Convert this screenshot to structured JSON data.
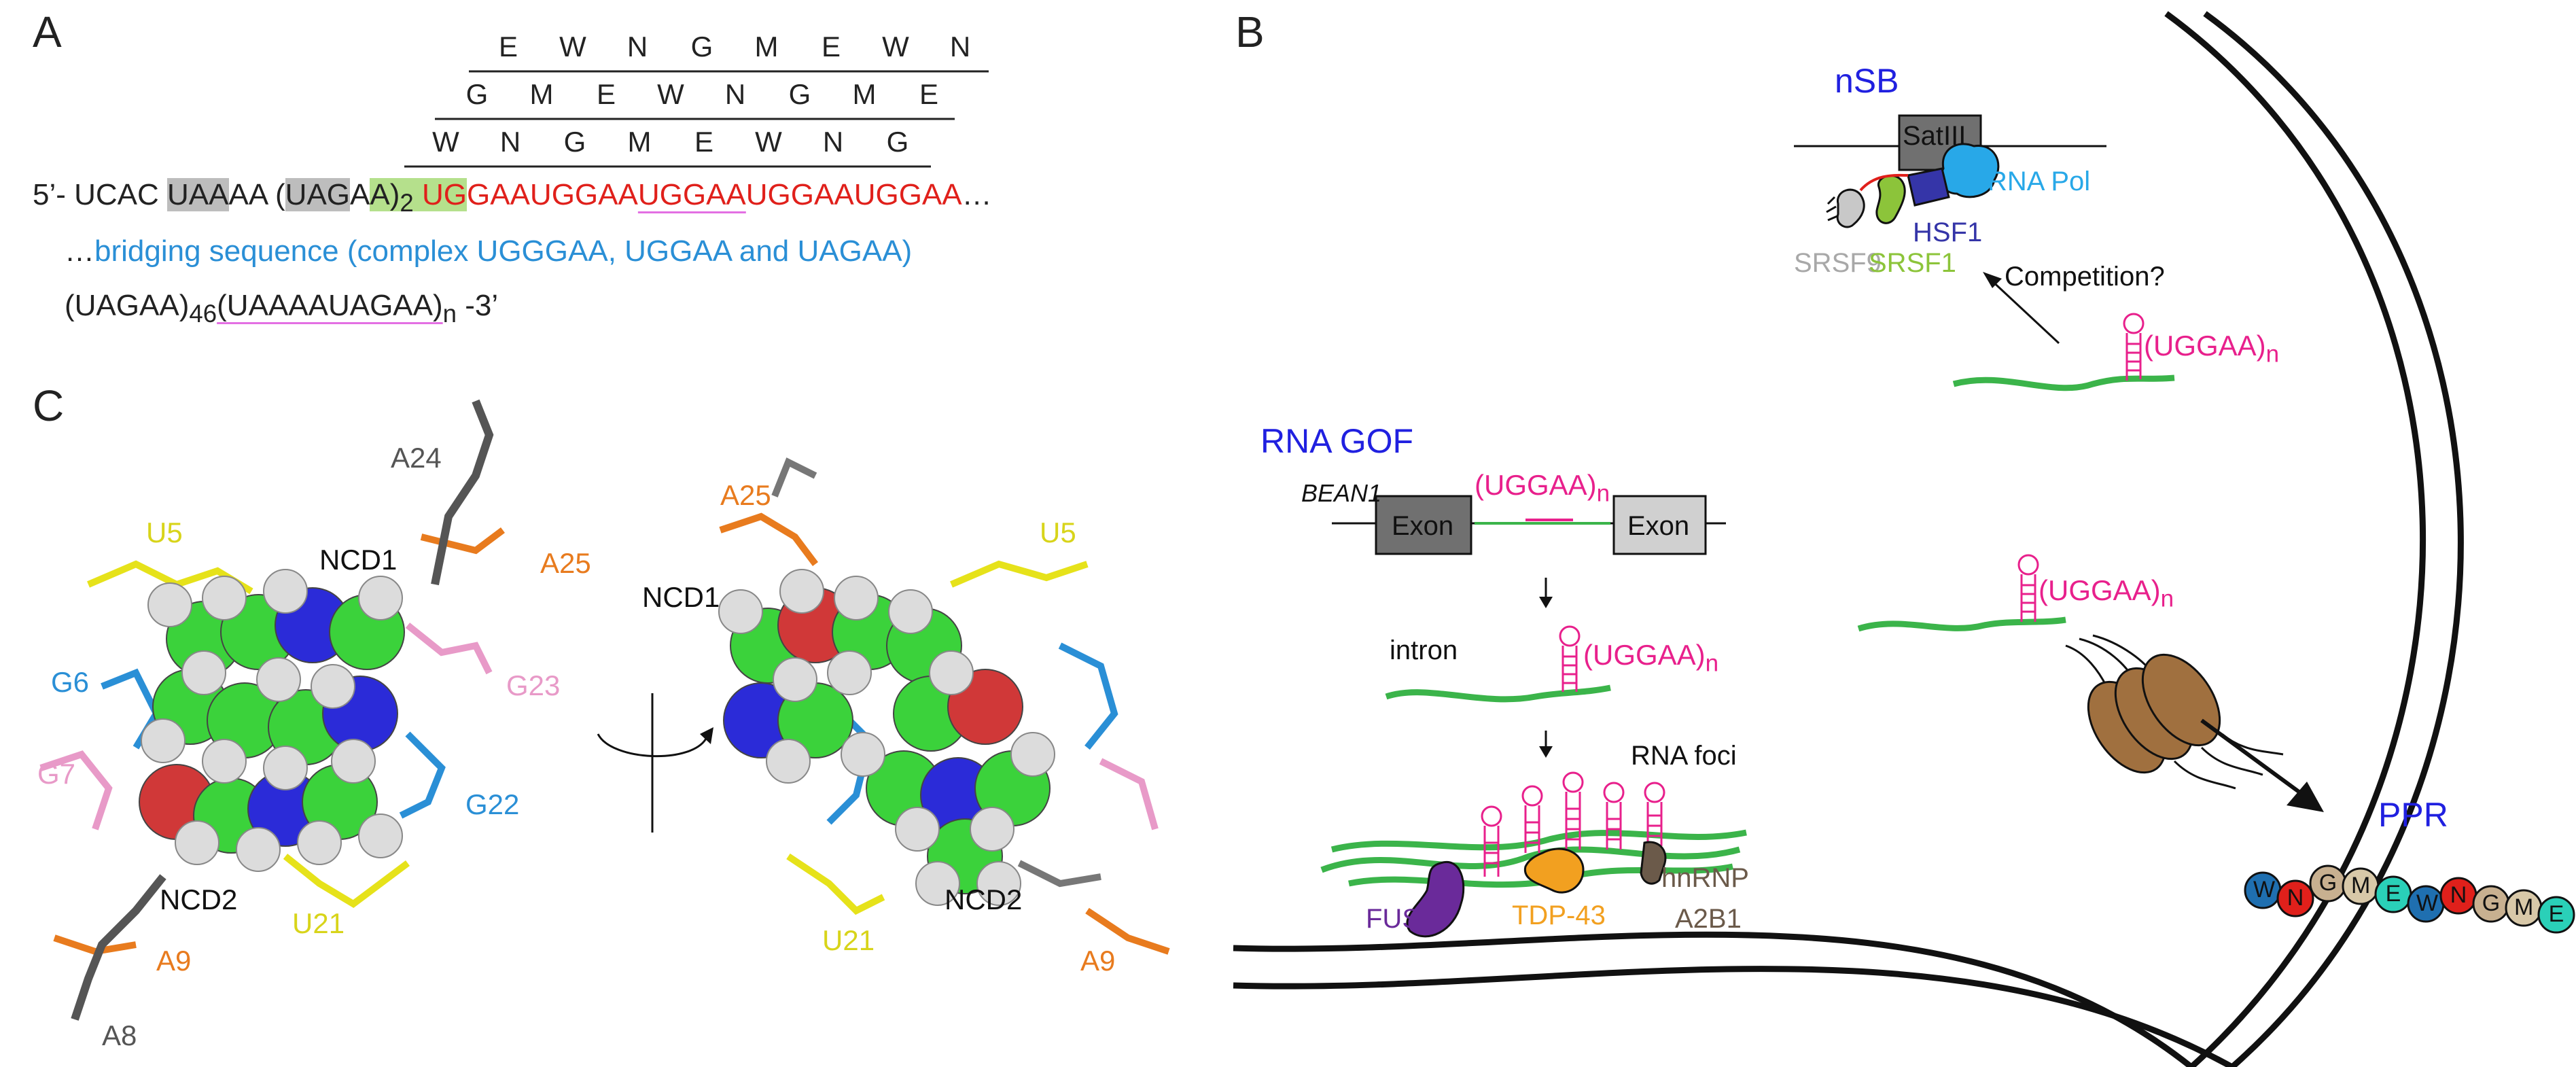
{
  "panels": {
    "a": "A",
    "b": "B",
    "c": "C"
  },
  "panel_a": {
    "frame1": [
      "E",
      "W",
      "N",
      "G",
      "M",
      "E",
      "W",
      "N"
    ],
    "frame2": [
      "G",
      "M",
      "E",
      "W",
      "N",
      "G",
      "M",
      "E"
    ],
    "frame3": [
      "W",
      "N",
      "G",
      "M",
      "E",
      "W",
      "N",
      "G"
    ],
    "seq_prefix": "5’- UCAC ",
    "seq_uaa": "UAA",
    "seq_aa": "AA (",
    "seq_uaga_hl": "UAG",
    "seq_a_green": "A",
    "seq_close": "A)",
    "seq_sub2": "2",
    "seq_ug": " UG",
    "seq_red1": "GAAUGGAA",
    "seq_red_underlined": "UGGAA",
    "seq_red2": "UGGAAUGGAA",
    "seq_ellipsis": "…",
    "bridge_dots": "…",
    "bridge_text": "bridging sequence (complex UGGGAA, UGGAA and UAGAA)",
    "line3_a": "(UAGAA)",
    "line3_sub46": "46",
    "line3_b": "(UAAAAUAGAA)",
    "line3_subn": "n",
    "line3_end": " -3’"
  },
  "panel_b": {
    "nsb_title": "nSB",
    "satiii": "SatIII",
    "rna_pol": "RNA Pol",
    "hsf1": "HSF1",
    "srsf9": "SRSF9",
    "srsf1": "SRSF1",
    "competition": "Competition?",
    "uggaa_top": "(UGGAA)",
    "sub_n": "n",
    "rna_gof_title": "RNA GOF",
    "bean1": "BEAN1",
    "exon1": "Exon",
    "exon2": "Exon",
    "uggaa_gene": "(UGGAA)",
    "intron": "intron",
    "uggaa_intron": "(UGGAA)",
    "rna_foci": "RNA foci",
    "fus": "FUS",
    "tdp43": "TDP-43",
    "hnrnp_1": "hnRNP",
    "hnrnp_2": "A2B1",
    "uggaa_pore": "(UGGAA)",
    "ppr_title": "PPR",
    "ppr_beads": [
      "W",
      "N",
      "G",
      "M",
      "E",
      "W",
      "N",
      "G",
      "M",
      "E"
    ]
  },
  "panel_c": {
    "left": {
      "a24": "A24",
      "u5": "U5",
      "ncd1": "NCD1",
      "a25": "A25",
      "g6": "G6",
      "g23": "G23",
      "g7": "G7",
      "g22": "G22",
      "ncd2": "NCD2",
      "u21": "U21",
      "a9": "A9",
      "a8": "A8"
    },
    "right": {
      "a25": "A25",
      "u5": "U5",
      "ncd1": "NCD1",
      "ncd2": "NCD2",
      "u21": "U21",
      "a9": "A9"
    }
  },
  "colors": {
    "sequence_red": "#e0201b",
    "bridge_blue": "#2a8fd6",
    "title_blue": "#2020e0",
    "rna_green": "#3bb44a",
    "hairpin_pink": "#e8208c",
    "u_yellow": "#e6e21a",
    "g_blue": "#2a8fd6",
    "g_pink": "#e89ac8",
    "a_orange": "#e87b1e",
    "a_gray": "#555555"
  }
}
